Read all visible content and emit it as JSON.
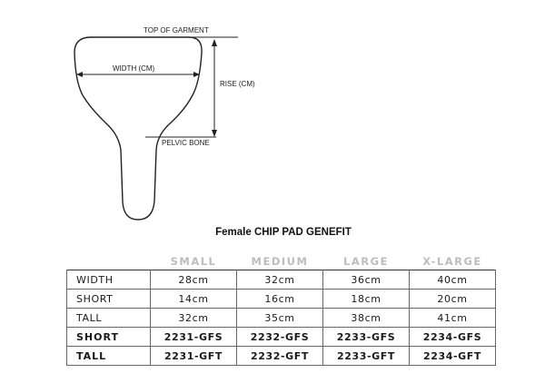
{
  "diagram": {
    "labels": {
      "top": "TOP OF GARMENT",
      "width": "WIDTH (CM)",
      "rise": "RISE (CM)",
      "pelvic": "PELVIC BONE"
    }
  },
  "table": {
    "title": "Female CHIP PAD GENEFIT",
    "headers": [
      "",
      "SMALL",
      "MEDIUM",
      "LARGE",
      "X-LARGE"
    ],
    "rows": [
      {
        "label": "WIDTH",
        "values": [
          "28cm",
          "32cm",
          "36cm",
          "40cm"
        ]
      },
      {
        "label": "SHORT",
        "values": [
          "14cm",
          "16cm",
          "18cm",
          "20cm"
        ]
      },
      {
        "label": "TALL",
        "values": [
          "32cm",
          "35cm",
          "38cm",
          "41cm"
        ]
      },
      {
        "label": "SHORT",
        "values": [
          "2231-GFS",
          "2232-GFS",
          "2233-GFS",
          "2234-GFS"
        ]
      },
      {
        "label": "TALL",
        "values": [
          "2231-GFT",
          "2232-GFT",
          "2233-GFT",
          "2234-GFT"
        ]
      }
    ]
  }
}
